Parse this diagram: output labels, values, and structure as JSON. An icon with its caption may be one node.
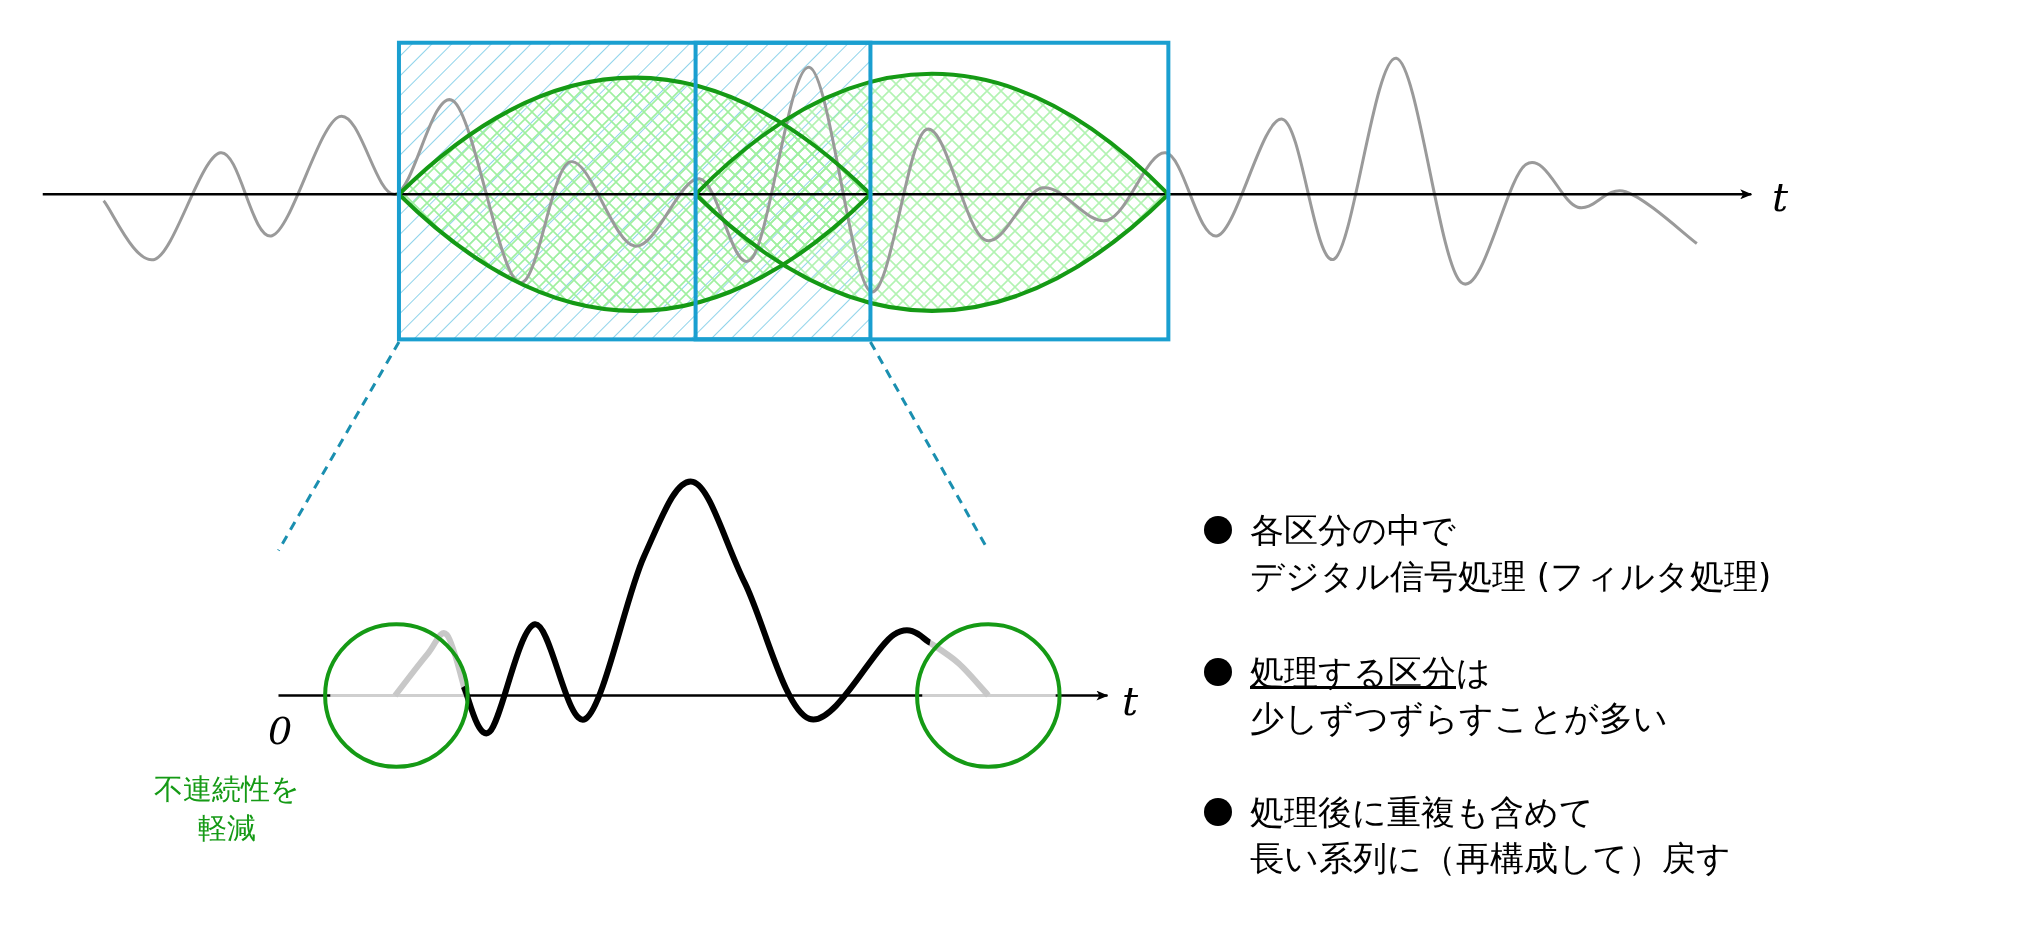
{
  "diagram": {
    "labels": [
      "t",
      "t",
      "0",
      "不連続性を軽減",
      "各区分の中でデジタル信号処理 (フィルタ処理)",
      "処理する区分は少しずつずらすことが多い",
      "処理後に重複も含めて長い系列に（再構成して）戻す"
    ]
  }
}
